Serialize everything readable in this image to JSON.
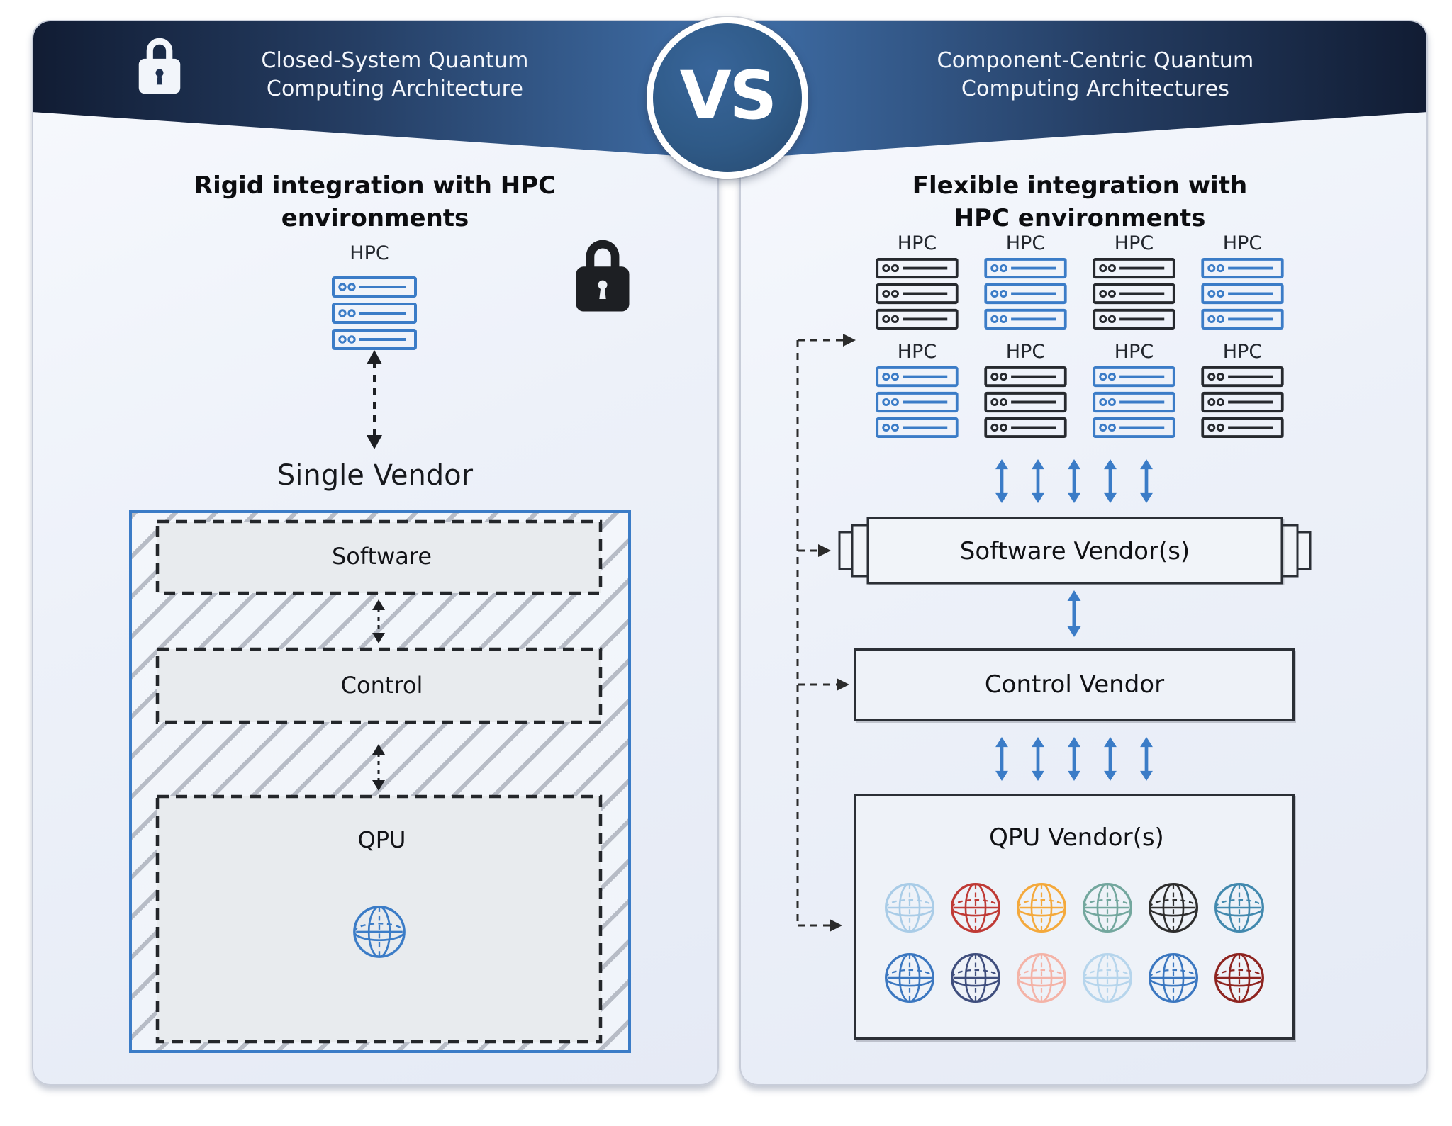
{
  "header": {
    "left_title": "Closed-System Quantum Computing Architecture",
    "right_title": "Component-Centric Quantum Computing Architectures",
    "vs_badge": "VS"
  },
  "left_panel": {
    "subtitle": "Rigid integration with HPC environments",
    "hpc_label": "HPC",
    "vendor_label": "Single Vendor",
    "layers": [
      {
        "label": "Software"
      },
      {
        "label": "Control"
      },
      {
        "label": "QPU"
      }
    ]
  },
  "right_panel": {
    "subtitle": "Flexible integration with HPC environments",
    "hpc_label": "HPC",
    "hpc_rows": [
      [
        "dark",
        "accent",
        "dark",
        "accent"
      ],
      [
        "accent",
        "dark",
        "accent",
        "dark"
      ]
    ],
    "arrow_counts": {
      "hpc_to_software": 5,
      "software_to_control": 1,
      "control_to_qpu": 5
    },
    "software_label": "Software Vendor(s)",
    "control_label": "Control Vendor",
    "qpu_label": "QPU Vendor(s)",
    "qubit_rows": [
      [
        "#a9cce7",
        "#bf3a35",
        "#f4a93c",
        "#73a79e",
        "#2e2e2e",
        "#4289ae"
      ],
      [
        "#3b77c0",
        "#3f4e7d",
        "#f4b3a7",
        "#b6d5ec",
        "#3b77c0",
        "#8e2420"
      ]
    ]
  },
  "colors": {
    "accent_blue": "#3b7cc7",
    "dark": "#26292e",
    "band_dark": "#111c33",
    "band_mid": "#243c61",
    "band_light": "#3f6ea7",
    "vs_fill": "#2f5a87",
    "hatch_stripe": "#b7bcc6",
    "connector_black": "#2b2b2b"
  }
}
